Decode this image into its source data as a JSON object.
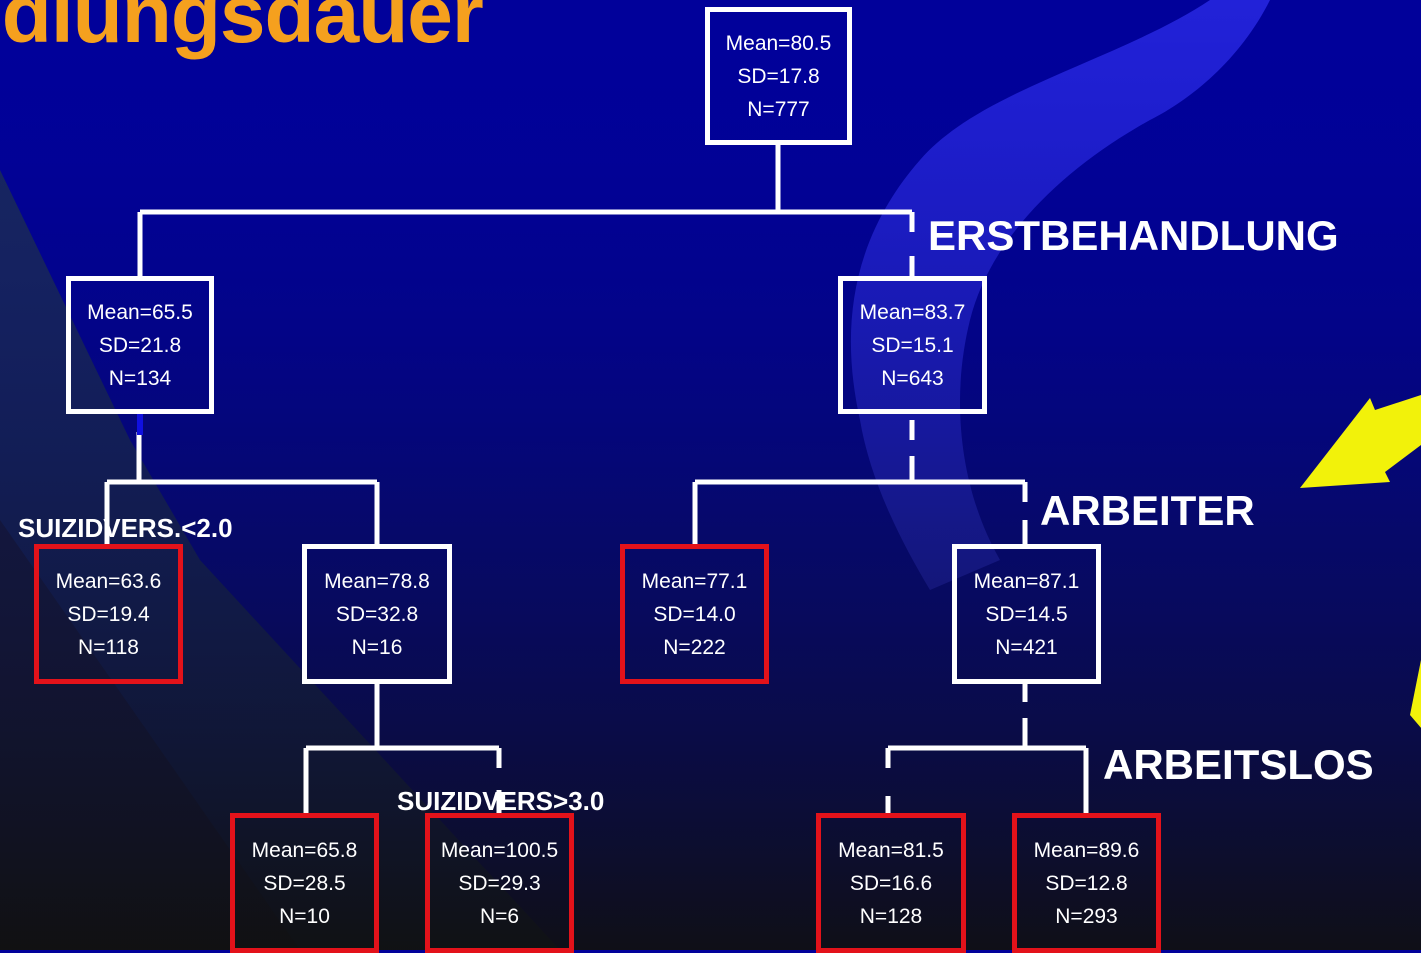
{
  "title": "idlungsdauer",
  "colors": {
    "background": "#01019a",
    "title": "#f5a01e",
    "node_border": "#ffffff",
    "leaf_border": "#e3121a",
    "arrow": "#f2f20a"
  },
  "nodes": {
    "root": {
      "mean": "Mean=80.5",
      "sd": "SD=17.8",
      "n": "N=777"
    },
    "n1": {
      "mean": "Mean=65.5",
      "sd": "SD=21.8",
      "n": "N=134"
    },
    "n2": {
      "mean": "Mean=83.7",
      "sd": "SD=15.1",
      "n": "N=643"
    },
    "n3": {
      "mean": "Mean=63.6",
      "sd": "SD=19.4",
      "n": "N=118"
    },
    "n4": {
      "mean": "Mean=78.8",
      "sd": "SD=32.8",
      "n": "N=16"
    },
    "n5": {
      "mean": "Mean=77.1",
      "sd": "SD=14.0",
      "n": "N=222"
    },
    "n6": {
      "mean": "Mean=87.1",
      "sd": "SD=14.5",
      "n": "N=421"
    },
    "n7": {
      "mean": "Mean=65.8",
      "sd": "SD=28.5",
      "n": "N=10"
    },
    "n8": {
      "mean": "Mean=100.5",
      "sd": "SD=29.3",
      "n": "N=6"
    },
    "n9": {
      "mean": "Mean=81.5",
      "sd": "SD=16.6",
      "n": "N=128"
    },
    "n10": {
      "mean": "Mean=89.6",
      "sd": "SD=12.8",
      "n": "N=293"
    }
  },
  "splits": {
    "erstbehandlung": "ERSTBEHANDLUNG",
    "arbeiter": "ARBEITER",
    "arbeitslos": "ARBEITSLOS",
    "suizid_lt": "SUIZIDVERS.<2.0",
    "suizid_gt": "SUIZIDVERS>3.0"
  }
}
